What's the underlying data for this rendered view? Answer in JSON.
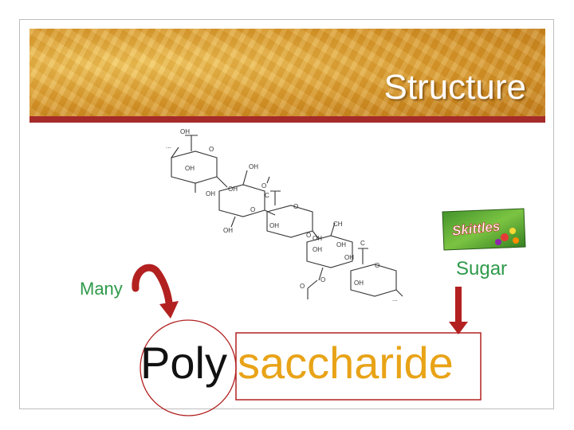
{
  "slide": {
    "title": "Structure",
    "label_many": "Many",
    "label_sugar": "Sugar",
    "word_prefix": "Poly",
    "word_root": "saccharide"
  },
  "candy": {
    "brand": "Skittles"
  },
  "molecule": {
    "atom_labels": [
      "OH",
      "O",
      "OH",
      "OH",
      "OH",
      "OH",
      "O",
      "O",
      "O",
      "C",
      "OH",
      "OH",
      "OH",
      "OH",
      "OH",
      "O",
      "O",
      "C",
      "OH",
      "CH",
      "O",
      "OH",
      "O"
    ],
    "continuation": [
      "...",
      "..."
    ]
  },
  "colors": {
    "title_text": "#ffffff",
    "banner_rule": "#a52a2a",
    "label_green": "#2e9a4a",
    "saccharide_gold": "#e8a317",
    "arrow_red": "#b32020"
  }
}
